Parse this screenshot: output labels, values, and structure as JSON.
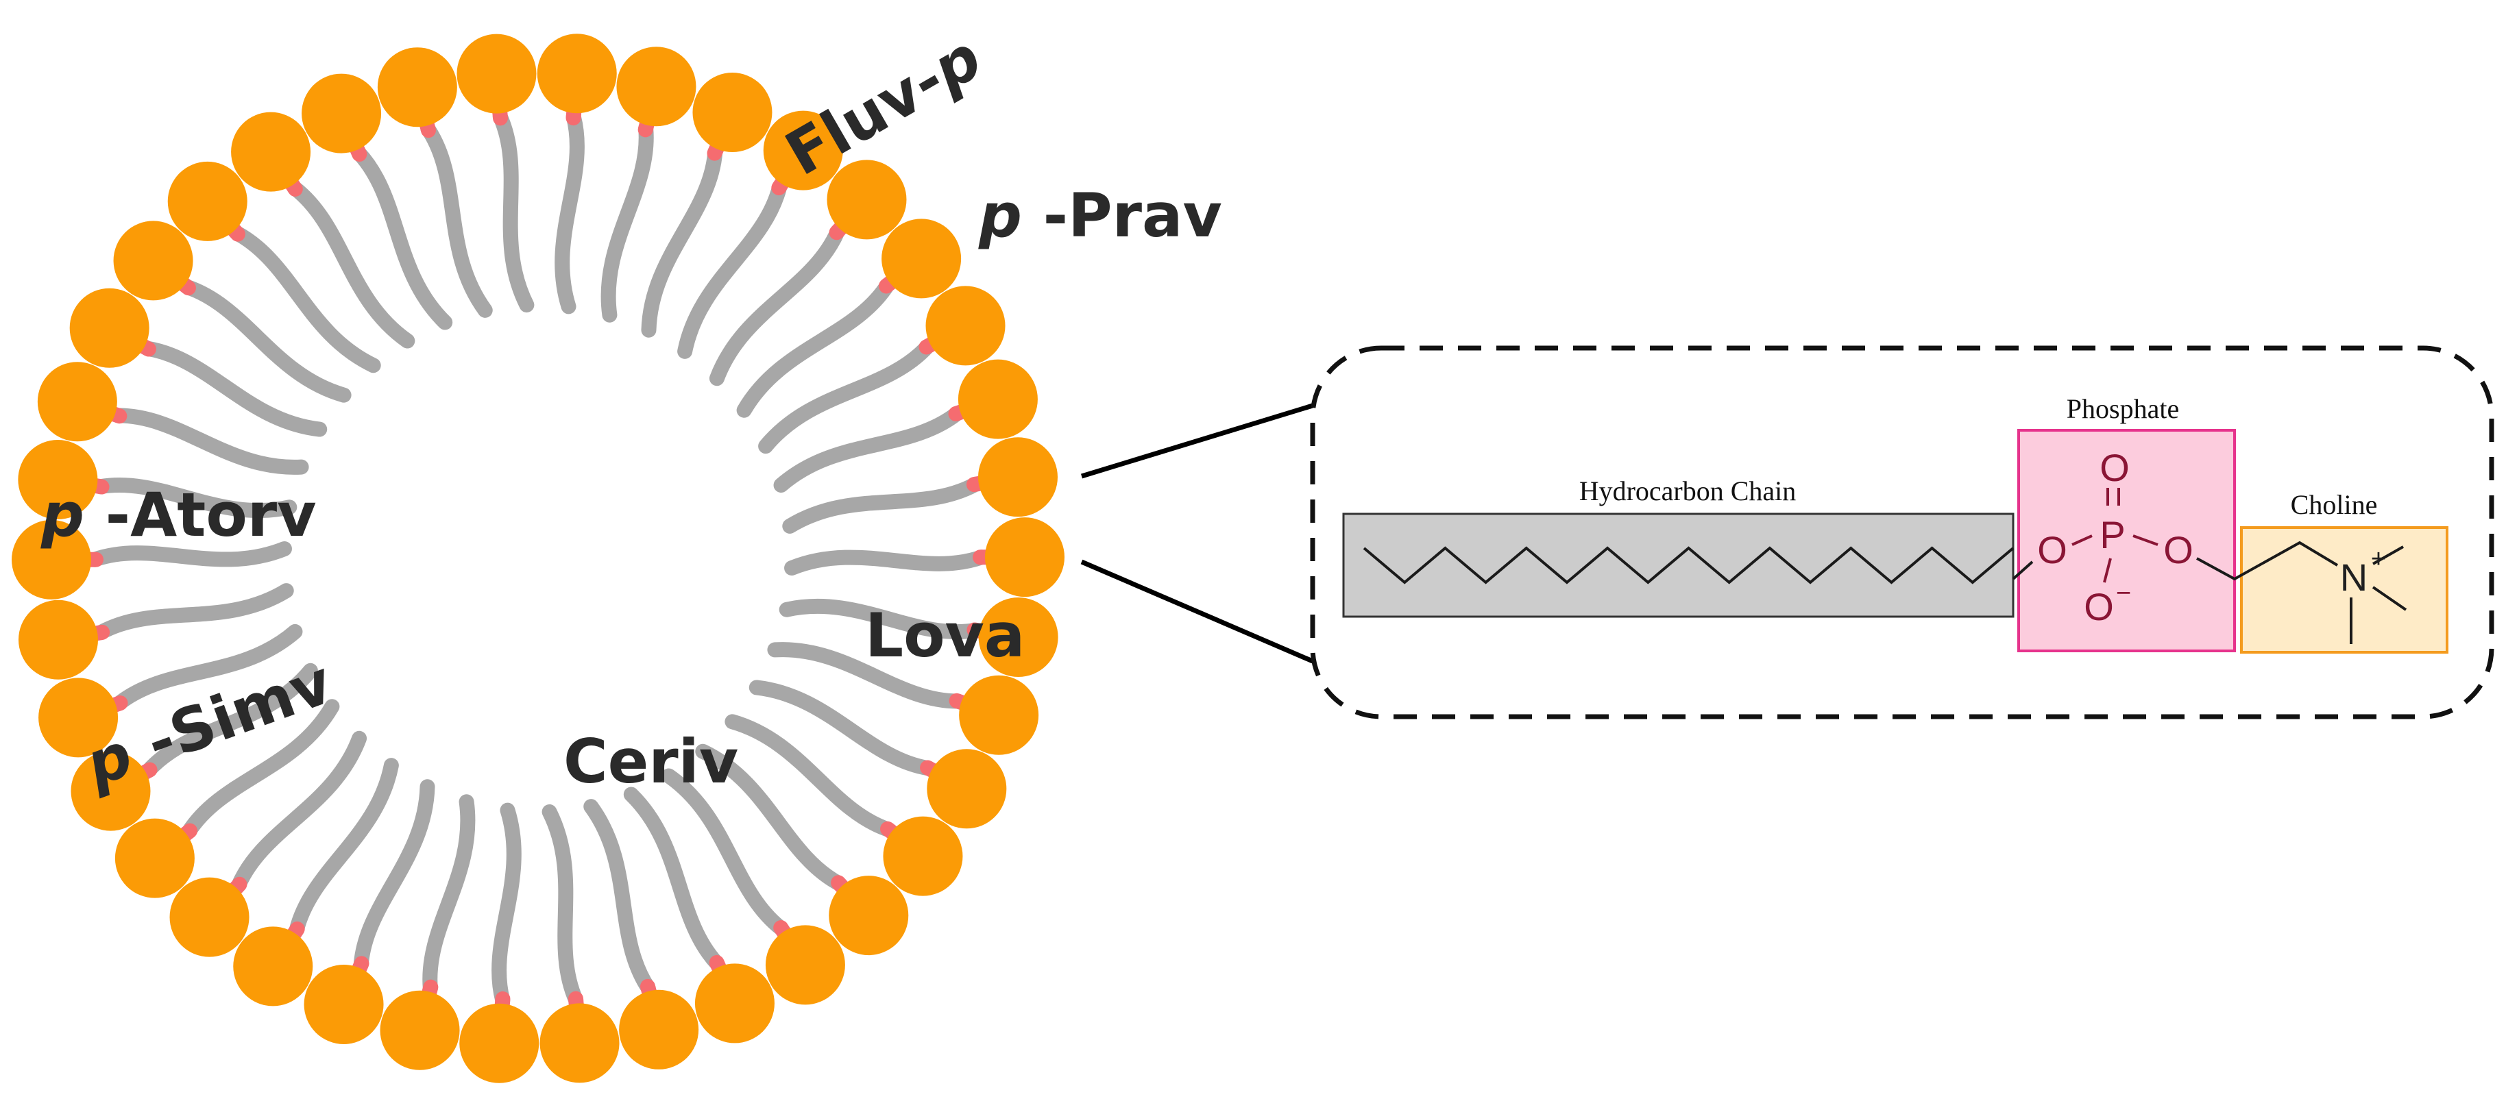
{
  "colors": {
    "head": "#fb9b06",
    "neck": "#f56c70",
    "tail": "#a7a7a7",
    "chain_box": "#cccccc",
    "phosphate_fill": "#fcccdd",
    "phosphate_stroke": "#e6338c",
    "phosphate_atoms": "#8a1535",
    "choline_fill": "#feebc7",
    "choline_stroke": "#f49b1e",
    "choline_atoms": "#202020",
    "line": "#000000"
  },
  "micelle": {
    "labels": [
      {
        "id": "fluv",
        "prefix": "",
        "text": "Fluv-",
        "suffix": "p"
      },
      {
        "id": "prav",
        "prefix": "p",
        "text": " -Prav",
        "suffix": ""
      },
      {
        "id": "atorv",
        "prefix": "p",
        "text": " -Atorv",
        "suffix": ""
      },
      {
        "id": "simv",
        "prefix": "p",
        "text": " -Simv",
        "suffix": ""
      },
      {
        "id": "ceriv",
        "prefix": "",
        "text": "Ceriv",
        "suffix": ""
      },
      {
        "id": "lova",
        "prefix": "",
        "text": "Lova",
        "suffix": ""
      }
    ]
  },
  "zoom_panel": {
    "hydrocarbon_label": "Hydrocarbon Chain",
    "phosphate_label": "Phosphate",
    "choline_label": "Choline",
    "atoms": {
      "o_top": "O",
      "p": "P",
      "o_left": "O",
      "o_right": "O",
      "o_minus": "O",
      "minus_sign": "−",
      "n": "N",
      "plus_sign": "+"
    }
  }
}
